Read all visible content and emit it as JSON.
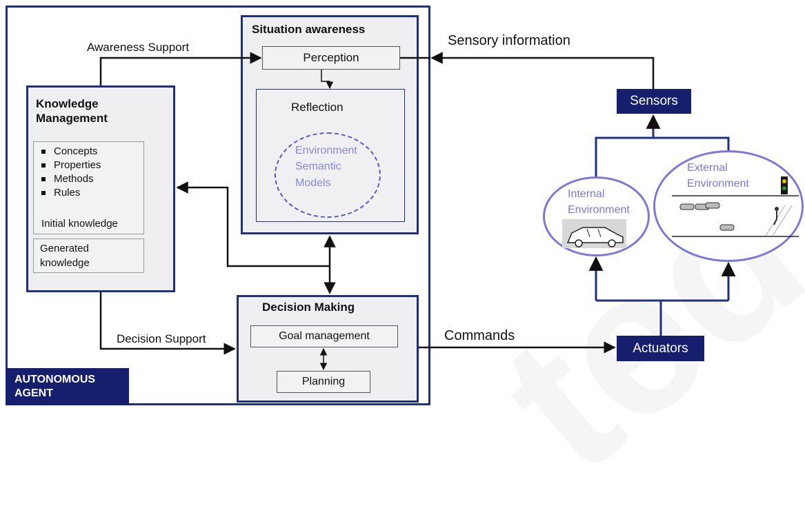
{
  "agent": {
    "label_line1": "AUTONOMOUS",
    "label_line2": "AGENT"
  },
  "situation_awareness": {
    "title": "Situation awareness",
    "perception": "Perception",
    "reflection": "Reflection",
    "models_line1": "Environment",
    "models_line2": "Semantic",
    "models_line3": "Models"
  },
  "knowledge_management": {
    "title_line1": "Knowledge",
    "title_line2": "Management",
    "items": [
      "Concepts",
      "Properties",
      "Methods",
      "Rules"
    ],
    "initial": "Initial knowledge",
    "generated_line1": "Generated",
    "generated_line2": "knowledge"
  },
  "decision_making": {
    "title": "Decision Making",
    "goal": "Goal management",
    "planning": "Planning"
  },
  "flows": {
    "awareness_support": "Awareness Support",
    "decision_support": "Decision Support",
    "sensory_information": "Sensory information",
    "commands": "Commands"
  },
  "environment": {
    "sensors": "Sensors",
    "actuators": "Actuators",
    "internal_line1": "Internal",
    "internal_line2": "Environment",
    "external_line1": "External",
    "external_line2": "Environment"
  },
  "colors": {
    "navy": "#1f2f80",
    "box": "#151f6e",
    "ellipse": "#7b78d8",
    "watermark": "#f2f2f2"
  }
}
